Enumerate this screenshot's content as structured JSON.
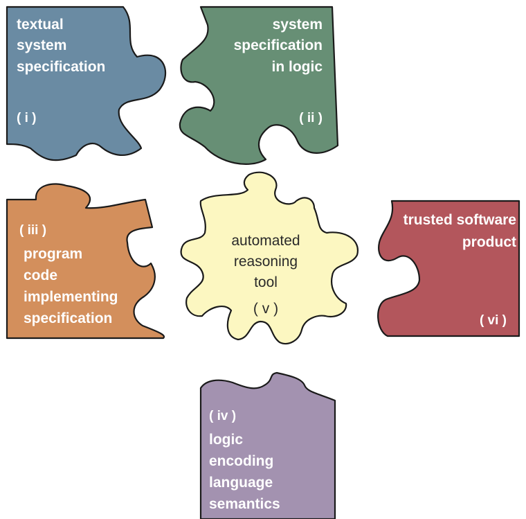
{
  "pieces": {
    "i": {
      "lines": [
        "textual",
        "system",
        "specification"
      ],
      "tag": "( i )",
      "color": "#6a8ba3"
    },
    "ii": {
      "lines": [
        "system",
        "specification",
        "in logic"
      ],
      "tag": "( ii )",
      "color": "#678f75"
    },
    "iii": {
      "lines": [
        "program",
        "code",
        "implementing",
        "specification"
      ],
      "tag": "( iii )",
      "color": "#d38f5c"
    },
    "iv": {
      "lines": [
        "logic",
        "encoding",
        "language",
        "semantics"
      ],
      "tag": "( iv )",
      "color": "#a392b0"
    },
    "v": {
      "lines": [
        "automated",
        "reasoning",
        "tool"
      ],
      "tag": "( v )",
      "color": "#fcf7c1"
    },
    "vi": {
      "lines": [
        "trusted software",
        "product"
      ],
      "tag": "( vi )",
      "color": "#b3565c"
    }
  }
}
